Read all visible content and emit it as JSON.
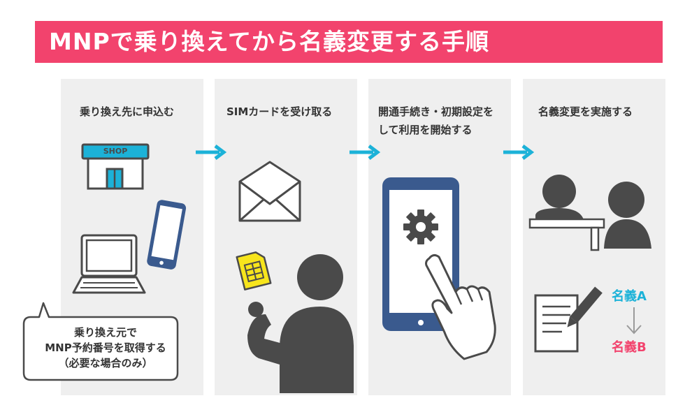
{
  "title": "MNPで乗り換えてから名義変更する手順",
  "colors": {
    "banner": "#f2436d",
    "panel": "#efefef",
    "arrow": "#1cb2d8",
    "dark": "#4a4a4a",
    "device_blue": "#3a5a8e",
    "sim_yellow": "#f7e51c",
    "name_a": "#1cb2d8",
    "name_b": "#f2436d"
  },
  "steps": [
    {
      "label": "乗り換え先に申込む"
    },
    {
      "label": "SIMカードを受け取る"
    },
    {
      "label_lines": [
        "開通手続き・初期設定を",
        "して利用を開始する"
      ]
    },
    {
      "label": "名義変更を実施する"
    }
  ],
  "shop_sign": "SHOP",
  "bubble_lines": [
    "乗り換え元で",
    "MNP予約番号を取得する",
    "（必要な場合のみ）"
  ],
  "name_change": {
    "from": "名義A",
    "to": "名義B"
  },
  "icons": [
    "shop-icon",
    "laptop-icon",
    "smartphone-icon",
    "envelope-icon",
    "sim-card-icon",
    "person-icon",
    "gear-icon",
    "pointing-hand-icon",
    "document-pen-icon",
    "down-arrow-icon"
  ]
}
